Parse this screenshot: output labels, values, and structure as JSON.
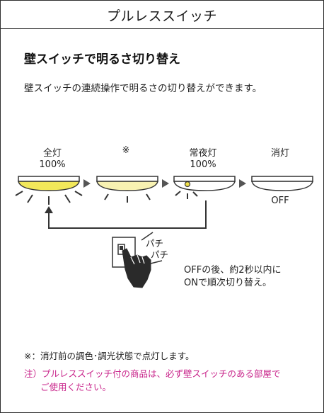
{
  "header": {
    "title": "プルレススイッチ"
  },
  "section": {
    "heading": "壁スイッチで明るさ切り替え",
    "description": "壁スイッチの連続操作で明るさの切り替えができます。"
  },
  "stages": [
    {
      "name": "全灯",
      "level": "100%"
    },
    {
      "name": "※",
      "level": ""
    },
    {
      "name": "常夜灯",
      "level": "100%"
    },
    {
      "name": "消灯",
      "level": "OFF"
    }
  ],
  "switch_sound": [
    "パチ",
    "パチ"
  ],
  "instruction": [
    "OFFの後、約2秒以内に",
    "ONで順次切り替え。"
  ],
  "footnote": "※：消灯前の調色･調光状態で点灯します。",
  "caution": {
    "line1": "注）プルレススイッチ付の商品は、必ず壁スイッチのある部屋で",
    "line2": "ご使用ください。"
  },
  "colors": {
    "full_light": "#f2e85a",
    "dimmed_light": "#f8f2b2",
    "night_light": "#f0e04a",
    "caution_text": "#c8238a"
  }
}
